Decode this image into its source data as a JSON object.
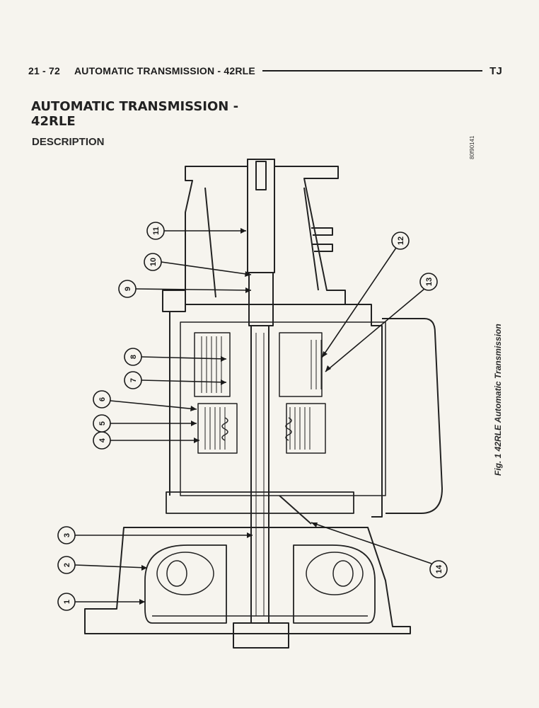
{
  "header": {
    "page_number": "21 - 72",
    "title": "AUTOMATIC TRANSMISSION - 42RLE",
    "model": "TJ"
  },
  "section": {
    "title_line1": "AUTOMATIC TRANSMISSION -",
    "title_line2": "42RLE",
    "subtitle": "DESCRIPTION"
  },
  "figure": {
    "id": "80f90141",
    "caption": "Fig. 1 42RLE Automatic Transmission",
    "callouts": [
      "1",
      "2",
      "3",
      "4",
      "5",
      "6",
      "7",
      "8",
      "9",
      "10",
      "11",
      "12",
      "13",
      "14"
    ]
  }
}
